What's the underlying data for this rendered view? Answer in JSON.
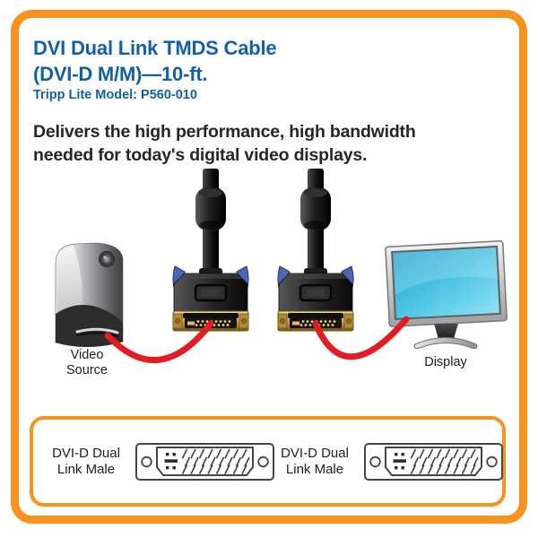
{
  "header": {
    "title_line1": "DVI Dual Link TMDS Cable",
    "title_line2": "(DVI-D M/M)—10-ft.",
    "model": "Tripp Lite Model: P560-010"
  },
  "description": {
    "line1": "Delivers the high performance, high bandwidth",
    "line2": "needed for today's digital video displays."
  },
  "diagram": {
    "source_label_line1": "Video",
    "source_label_line2": "Source",
    "display_label": "Display"
  },
  "connector_panel": {
    "items": [
      {
        "label_line1": "DVI-D Dual",
        "label_line2": "Link Male"
      },
      {
        "label_line1": "DVI-D Dual",
        "label_line2": "Link Male"
      }
    ]
  },
  "colors": {
    "accent_orange": "#F6921E",
    "heading_blue": "#1161A9",
    "cable_red": "#E31B22",
    "screen_cyan": "#4FC4E4",
    "connector_gold": "#D4AC54",
    "thumbscrew_blue": "#4A67B5"
  }
}
